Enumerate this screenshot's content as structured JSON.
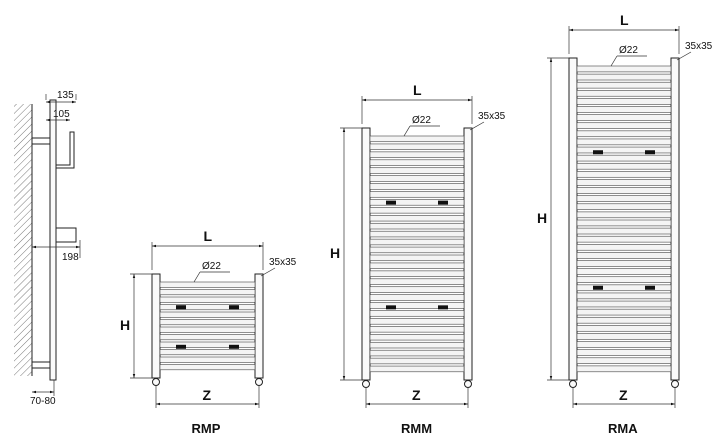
{
  "side_view": {
    "dim_135": "135",
    "dim_105": "105",
    "dim_198": "198",
    "dim_70_80": "70-80"
  },
  "models": [
    {
      "name": "RMP",
      "width_label": "L",
      "height_label": "H",
      "centers_label": "Z",
      "tube_label": "Ø22",
      "post_label": "35x35",
      "bars": 12
    },
    {
      "name": "RMM",
      "width_label": "L",
      "height_label": "H",
      "centers_label": "Z",
      "tube_label": "Ø22",
      "post_label": "35x35",
      "bars": 30
    },
    {
      "name": "RMA",
      "width_label": "L",
      "height_label": "H",
      "centers_label": "Z",
      "tube_label": "Ø22",
      "post_label": "35x35",
      "bars": 38
    }
  ]
}
